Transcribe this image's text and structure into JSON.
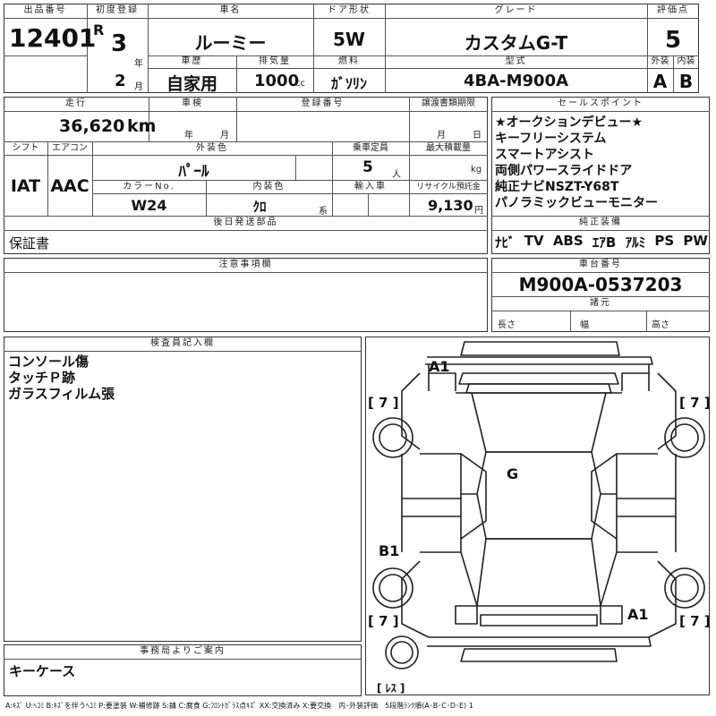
{
  "labels": {
    "lot_no": "出品番号",
    "first_reg": "初度登録",
    "car_name": "車名",
    "door": "ドア形状",
    "grade": "グレード",
    "score": "評価点",
    "history": "車歴",
    "displacement": "排気量",
    "fuel": "燃料",
    "model_code": "型式",
    "ext": "外装",
    "int": "内装",
    "mileage": "走行",
    "inspection": "車検",
    "reg_no": "登録番号",
    "transfer_doc": "譲渡書類期限",
    "sales_points": "セールスポイント",
    "shift": "シフト",
    "aircon": "エアコン",
    "ext_color": "外装色",
    "capacity": "乗車定員",
    "max_load": "最大積載量",
    "color_no": "カラーNo.",
    "int_color": "内装色",
    "import": "輸入車",
    "recycle": "リサイクル預託金",
    "later_items": "後日発送部品",
    "genuine_equip": "純正装備",
    "notes": "注意事項欄",
    "chassis_no": "車台番号",
    "dims": "諸元",
    "length": "長さ",
    "width": "幅",
    "height": "高さ",
    "inspector": "検査員記入欄",
    "office": "事務局よりご案内"
  },
  "units": {
    "year": "年",
    "month": "月",
    "cc": "cc",
    "km": "km",
    "person": "人",
    "kg": "kg",
    "yen": "円",
    "kei": "系"
  },
  "values": {
    "lot_no": "12401",
    "era": "R",
    "reg_year": "3",
    "reg_month": "2",
    "car_name": "ルーミー",
    "door": "5W",
    "grade": "カスタムG-T",
    "score": "5",
    "history": "自家用",
    "displacement": "1000",
    "fuel": "ｶﾞｿﾘﾝ",
    "model_code": "4BA-M900A",
    "ext_grade": "A",
    "int_grade": "B",
    "mileage": "36,620",
    "inspection_year": "年",
    "inspection_month": "月",
    "transfer_month": "月",
    "transfer_day": "日",
    "shift": "IAT",
    "aircon": "AAC",
    "ext_color": "ﾊﾟｰﾙ",
    "capacity": "5",
    "color_no": "W24",
    "int_color": "ｸﾛ",
    "recycle": "9,130",
    "later_items": "保証書",
    "chassis_no": "M900A-0537203",
    "office_note": "キーケース"
  },
  "sales_points": [
    "★オークションデビュー★",
    "キーフリーシステム",
    "スマートアシスト",
    "両側パワースライドドア",
    "純正ナビNSZT-Y68T",
    "パノラミックビューモニター"
  ],
  "equipment": [
    "ﾅﾋﾞ",
    "TV",
    "ABS",
    "ｴｱB",
    "ｱﾙﾐ",
    "PS",
    "PW"
  ],
  "inspector_notes": [
    "コンソール傷",
    "タッチＰ跡",
    "ガラスフィルム張"
  ],
  "diagram": {
    "marks": {
      "a1_top": "A1",
      "g_center": "G",
      "b1_left": "B1",
      "a1_right": "A1"
    },
    "tires": {
      "fl": "[ 7 ]",
      "fr": "[ 7 ]",
      "rl": "[ 7 ]",
      "rr": "[ 7 ]",
      "spare": "[ ﾚｽ ]"
    }
  },
  "legend": "A:ｷｽﾞ U:ﾍｺﾐ B:ｷｽﾞを伴うﾍｺﾐ P:要塗装 W:補修跡 S:錆 C:腐食 G:ﾌﾛﾝﾄｶﾞﾗｽ点ｷｽﾞ XX:交換済み X:要交換　内･外装評価　5段階ﾗﾝｸ順(A･B･C･D･E) 1"
}
